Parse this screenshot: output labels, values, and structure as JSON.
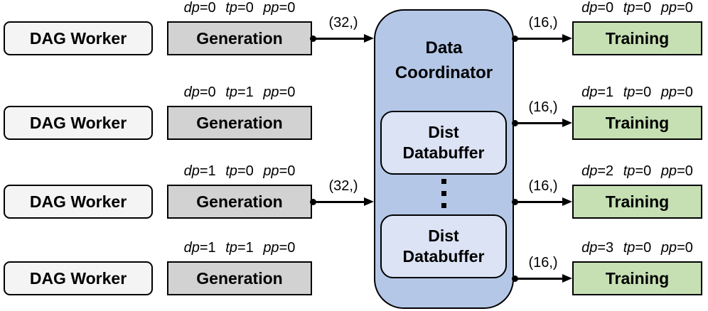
{
  "colors": {
    "dag_fill": "#f4f4f4",
    "generation_fill": "#d2d2d2",
    "coordinator_fill": "#b4c7e7",
    "databuffer_fill": "#dbe3f4",
    "training_fill": "#c6e0b4",
    "border": "#000000"
  },
  "rows": [
    {
      "dag": "DAG Worker",
      "gen_label": "Generation",
      "gen_cfg": [
        {
          "n": "dp",
          "v": "=0"
        },
        {
          "n": "tp",
          "v": "=0"
        },
        {
          "n": "pp",
          "v": "=0"
        }
      ],
      "train_label": "Training",
      "train_cfg": [
        {
          "n": "dp",
          "v": "=0"
        },
        {
          "n": "tp",
          "v": "=0"
        },
        {
          "n": "pp",
          "v": "=0"
        }
      ]
    },
    {
      "dag": "DAG Worker",
      "gen_label": "Generation",
      "gen_cfg": [
        {
          "n": "dp",
          "v": "=0"
        },
        {
          "n": "tp",
          "v": "=1"
        },
        {
          "n": "pp",
          "v": "=0"
        }
      ],
      "train_label": "Training",
      "train_cfg": [
        {
          "n": "dp",
          "v": "=1"
        },
        {
          "n": "tp",
          "v": "=0"
        },
        {
          "n": "pp",
          "v": "=0"
        }
      ]
    },
    {
      "dag": "DAG Worker",
      "gen_label": "Generation",
      "gen_cfg": [
        {
          "n": "dp",
          "v": "=1"
        },
        {
          "n": "tp",
          "v": "=0"
        },
        {
          "n": "pp",
          "v": "=0"
        }
      ],
      "train_label": "Training",
      "train_cfg": [
        {
          "n": "dp",
          "v": "=2"
        },
        {
          "n": "tp",
          "v": "=0"
        },
        {
          "n": "pp",
          "v": "=0"
        }
      ]
    },
    {
      "dag": "DAG Worker",
      "gen_label": "Generation",
      "gen_cfg": [
        {
          "n": "dp",
          "v": "=1"
        },
        {
          "n": "tp",
          "v": "=1"
        },
        {
          "n": "pp",
          "v": "=0"
        }
      ],
      "train_label": "Training",
      "train_cfg": [
        {
          "n": "dp",
          "v": "=3"
        },
        {
          "n": "tp",
          "v": "=0"
        },
        {
          "n": "pp",
          "v": "=0"
        }
      ]
    }
  ],
  "coordinator": {
    "title_line1": "Data",
    "title_line2": "Coordinator",
    "buffer1": "Dist Databuffer",
    "buffer2": "Dist Databuffer"
  },
  "arrows": {
    "gen_to_coord": [
      {
        "label": "(32,)"
      },
      {
        "label": "(32,)"
      }
    ],
    "coord_to_train": [
      {
        "label": "(16,)"
      },
      {
        "label": "(16,)"
      },
      {
        "label": "(16,)"
      },
      {
        "label": "(16,)"
      }
    ]
  },
  "icons": {
    "ellipsis": "vertical-ellipsis"
  }
}
